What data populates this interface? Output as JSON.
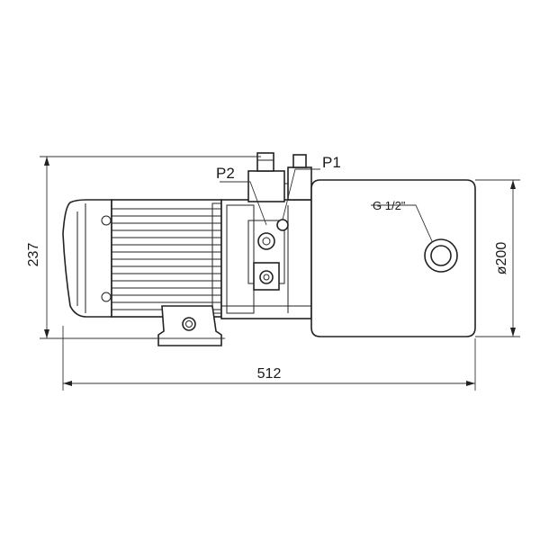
{
  "drawing": {
    "labels": {
      "port_p2": "P2",
      "port_p1": "P1",
      "thread_port": "G 1/2\"",
      "height_dim": "237",
      "length_dim": "512",
      "diameter_dim": "ø200"
    },
    "colors": {
      "line": "#222222",
      "background": "#ffffff"
    }
  }
}
